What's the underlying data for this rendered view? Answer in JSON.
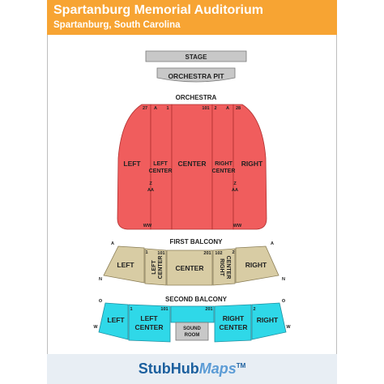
{
  "header": {
    "title": "Spartanburg Memorial Auditorium",
    "subtitle": "Spartanburg, South Carolina"
  },
  "colors": {
    "header": "#f7a433",
    "orchestra": "#f05d5d",
    "first_balcony": "#d8cca4",
    "second_balcony": "#2fd8e8",
    "stage": "#c8c8c8"
  },
  "map": {
    "stage": "STAGE",
    "orchestra_pit": "ORCHESTRA PIT",
    "orchestra": {
      "label": "ORCHESTRA",
      "left": "LEFT",
      "left_center_1": "LEFT",
      "left_center_2": "CENTER",
      "center": "CENTER",
      "right_center_1": "RIGHT",
      "right_center_2": "CENTER",
      "right": "RIGHT",
      "seat_27": "27",
      "row_a_left": "A",
      "seat_1": "1",
      "seat_101": "101",
      "seat_2": "2",
      "row_a_right": "A",
      "seat_28": "28",
      "row_z_left": "Z",
      "row_aa_left": "AA",
      "row_z_right": "Z",
      "row_aa_right": "AA",
      "row_ww_left": "WW",
      "row_ww_right": "WW"
    },
    "first_balcony": {
      "label": "FIRST BALCONY",
      "left": "LEFT",
      "left_center_1": "LEFT",
      "left_center_2": "CENTER",
      "center": "CENTER",
      "right_center_1": "RIGHT",
      "right_center_2": "CENTER",
      "right": "RIGHT",
      "row_a_left": "A",
      "row_a_right": "A",
      "row_n_left": "N",
      "row_n_right": "N",
      "seat_1": "1",
      "seat_101": "101",
      "seat_201": "201",
      "seat_102": "102",
      "seat_2": "2"
    },
    "second_balcony": {
      "label": "SECOND BALCONY",
      "left": "LEFT",
      "left_center_1": "LEFT",
      "left_center_2": "CENTER",
      "sound_room_1": "SOUND",
      "sound_room_2": "ROOM",
      "right_center_1": "RIGHT",
      "right_center_2": "CENTER",
      "right": "RIGHT",
      "row_o_left": "O",
      "row_o_right": "O",
      "row_w_left": "W",
      "row_w_right": "W",
      "seat_1": "1",
      "seat_101": "101",
      "seat_201": "201",
      "seat_2": "2"
    }
  },
  "footer": {
    "brand_part1": "StubHub",
    "brand_part2": "Maps",
    "trademark": "TM"
  }
}
